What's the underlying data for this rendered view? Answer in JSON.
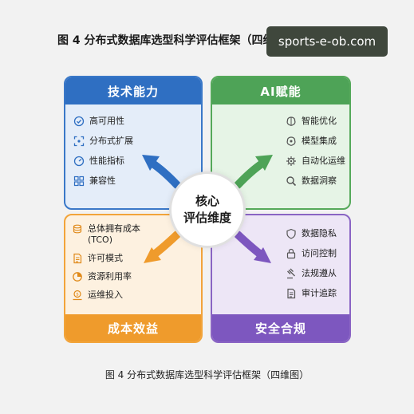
{
  "title": "图 4 分布式数据库选型科学评估框架（四维模型）",
  "watermark": "sports-e-ob.com",
  "center": {
    "line1": "核心",
    "line2": "评估维度"
  },
  "panels": {
    "tech": {
      "title": "技术能力",
      "color": "#2f6fc2",
      "items": [
        {
          "label": "高可用性",
          "icon": "shield-check-icon"
        },
        {
          "label": "分布式扩展",
          "icon": "expand-icon"
        },
        {
          "label": "性能指标",
          "icon": "gauge-icon"
        },
        {
          "label": "兼容性",
          "icon": "grid-blocks-icon"
        }
      ]
    },
    "ai": {
      "title": "AI赋能",
      "color": "#4ea357",
      "items": [
        {
          "label": "智能优化",
          "icon": "brain-icon"
        },
        {
          "label": "模型集成",
          "icon": "brain-chip-icon"
        },
        {
          "label": "自动化运维",
          "icon": "gear-icon"
        },
        {
          "label": "数据洞察",
          "icon": "magnifier-icon"
        }
      ]
    },
    "cost": {
      "title": "成本效益",
      "color": "#ef9b2c",
      "items": [
        {
          "label": "总体拥有成本\n(TCO)",
          "icon": "coins-icon"
        },
        {
          "label": "许可模式",
          "icon": "document-icon"
        },
        {
          "label": "资源利用率",
          "icon": "pie-chart-icon"
        },
        {
          "label": "运维投入",
          "icon": "money-hand-icon"
        }
      ]
    },
    "security": {
      "title": "安全合规",
      "color": "#7d57bf",
      "items": [
        {
          "label": "数据隐私",
          "icon": "shield-icon"
        },
        {
          "label": "访问控制",
          "icon": "lock-icon"
        },
        {
          "label": "法规遵从",
          "icon": "gavel-icon"
        },
        {
          "label": "审计追踪",
          "icon": "audit-document-icon"
        }
      ]
    }
  },
  "caption": "图 4 分布式数据库选型科学评估框架（四维图）"
}
